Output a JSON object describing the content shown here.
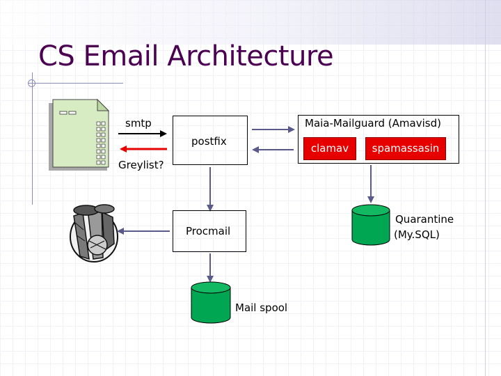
{
  "slide": {
    "title": "CS Email Architecture"
  },
  "diagram": {
    "labels": {
      "smtp": "smtp",
      "greylist": "Greylist?"
    },
    "nodes": {
      "postfix": "postfix",
      "maia": "Maia-Mailguard (Amavisd)",
      "clamav": "clamav",
      "spamassassin": "spamassasin",
      "procmail": "Procmail",
      "quarantine_line1": "Quarantine",
      "quarantine_line2": "(My.SQL)",
      "mail_spool": "Mail spool"
    },
    "colors": {
      "title": "#4b0052",
      "cylinder_fill": "#00a651",
      "red_accent": "#e60000",
      "arrow_grey": "#5a5a8a"
    },
    "icons": [
      "email-document-icon",
      "trash-can-icon"
    ]
  }
}
